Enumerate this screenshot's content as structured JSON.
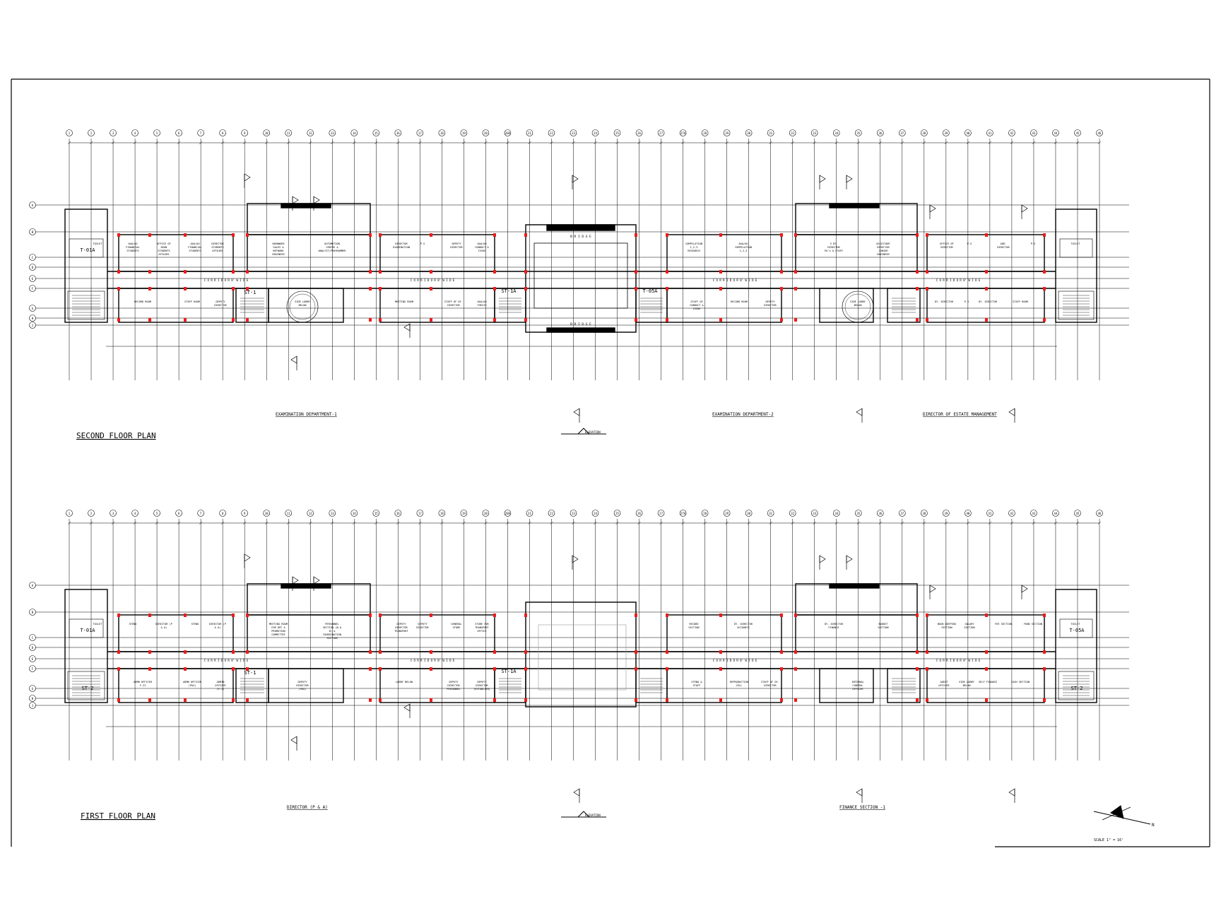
{
  "plans": [
    {
      "id": "second",
      "title": "SECOND FLOOR PLAN",
      "departments": [
        "EXAMINATION DEPARTMENT-1",
        "EXAMINATION DEPARTMENT-2",
        "DIRECTOR OF ESTATE MANAGEMENT"
      ],
      "corridor_label": "C O R R I D O R  8' W I D E",
      "bridge_label": "B R I D G E",
      "north_label": "ELEVATION",
      "top_rooms": [
        "TOILET",
        "AAO/AO FINANCIAL STUDENTS",
        "OFFICE OF DEAN STUDENTS AFFAIRS",
        "AAO/AO FINANCIAL STUDENTS",
        "DIRECTOR STUDENTS AFFAIRS",
        "HARDWARE SALES & NETWORK ENGINEER",
        "AUTOMATION CENTRE & ANALYST/PROGRAMMER",
        "DIRECTOR EXAMINATION",
        "P.S",
        "DEPUTY DIRECTOR",
        "AAO/AO CONDUCT & ISSUE",
        "COMPILATION 1,2,3 RESEARCH",
        "AAO/AO COMPILATION 1,2,3",
        "3 DY. DIRECTOR PA's & STAFF",
        "ASSISTANT DIRECTOR JUNIOR ENGINEER",
        "OFFICE OF DIRECTOR",
        "P.S",
        "ADD. DIRECTOR",
        "P.S",
        "TOILET"
      ],
      "bottom_rooms": [
        "RECORD ROOM",
        "STAFF ROOM",
        "DEPUTY DIRECTOR",
        "SIDE LOBBY BELOW",
        "MEETING ROOM",
        "STAFF OF DY. DIRECTOR",
        "AAO/AO THESIS",
        "STAFF OF CONDUCT & ISSUE",
        "RECORD ROOM",
        "DEPUTY DIRECTOR",
        "SIDE LOBBY BELOW",
        "DY. DIRECTOR",
        "P.S",
        "DY. DIRECTOR",
        "STAFF ROOM"
      ],
      "stair_tags": [
        "T-01A",
        "ST-1",
        "ST-1A",
        "T-05A"
      ]
    },
    {
      "id": "first",
      "title": "FIRST FLOOR PLAN",
      "departments": [
        "DIRECTOR (P & A)",
        "FINANCE SECTION -1"
      ],
      "corridor_label": "C O R R I D O R  8' W I D E",
      "north_label": "ELEVATION",
      "top_rooms": [
        "TOILET",
        "STENO",
        "DIRECTOR (P & A)",
        "STENO",
        "DIRECTOR (P & A)",
        "MEETING ROOM FOR DPC & PROMOTION COMMITTEE",
        "PERSONNEL SECTION (N.& B) & COORDINATION SECTION",
        "DEPUTY DIRECTOR TRANSPORT",
        "DEPUTY DIRECTOR",
        "GENERAL STORE",
        "STORE FOR TRANSPORT OFFICE",
        "RECORD SECTION",
        "DY. DIRECTOR ACCOUNTS",
        "DY. DIRECTOR FINANCE",
        "BUDGET SECTION",
        "BOOK KEEPING SECTION",
        "SALARY SECTION",
        "FEE SECTION",
        "FUND SECTION",
        "TOILET"
      ],
      "bottom_rooms": [
        "ADMN OFFICER F-II",
        "ADMN OFFICER (P&S)",
        "ADMIN OFFICER (F-I)",
        "DEPUTY DIRECTOR (P&S)",
        "LOBBY BELOW",
        "DEPUTY DIRECTOR PERSONNEL",
        "DEPUTY DIRECTOR (ESTABLISH)",
        "STENO & STAFF",
        "REPRODUCTION CELL",
        "STAFF OF DY. DIRECTOR",
        "INTERNAL CONTROL OFFICER",
        "AUDIT OFFICER",
        "SIDE LOBBY BELOW",
        "SELF FINANCE",
        "CASH SECTION"
      ],
      "stair_tags": [
        "T-01A",
        "ST-2",
        "ST-1",
        "ST-1A",
        "T-05A",
        "ST-2"
      ]
    }
  ],
  "scale_text": "SCALE 1\" = 16'",
  "grid_numbers": [
    "1",
    "2",
    "3",
    "4",
    "5",
    "6",
    "7",
    "8",
    "9",
    "10",
    "11",
    "12",
    "13",
    "14",
    "15",
    "16",
    "17",
    "18",
    "19",
    "20",
    "20A",
    "21",
    "22",
    "23",
    "24",
    "25",
    "26",
    "27",
    "27A",
    "28",
    "29",
    "30",
    "31",
    "32",
    "33",
    "34",
    "35",
    "36",
    "37",
    "38",
    "39",
    "40",
    "41",
    "42",
    "43",
    "44",
    "45",
    "46"
  ],
  "grid_letters": [
    "A",
    "B",
    "C",
    "D",
    "E",
    "F",
    "G",
    "H",
    "J"
  ],
  "colors": {
    "line": "#000000",
    "column": "#ee1c1c",
    "background": "#ffffff"
  }
}
